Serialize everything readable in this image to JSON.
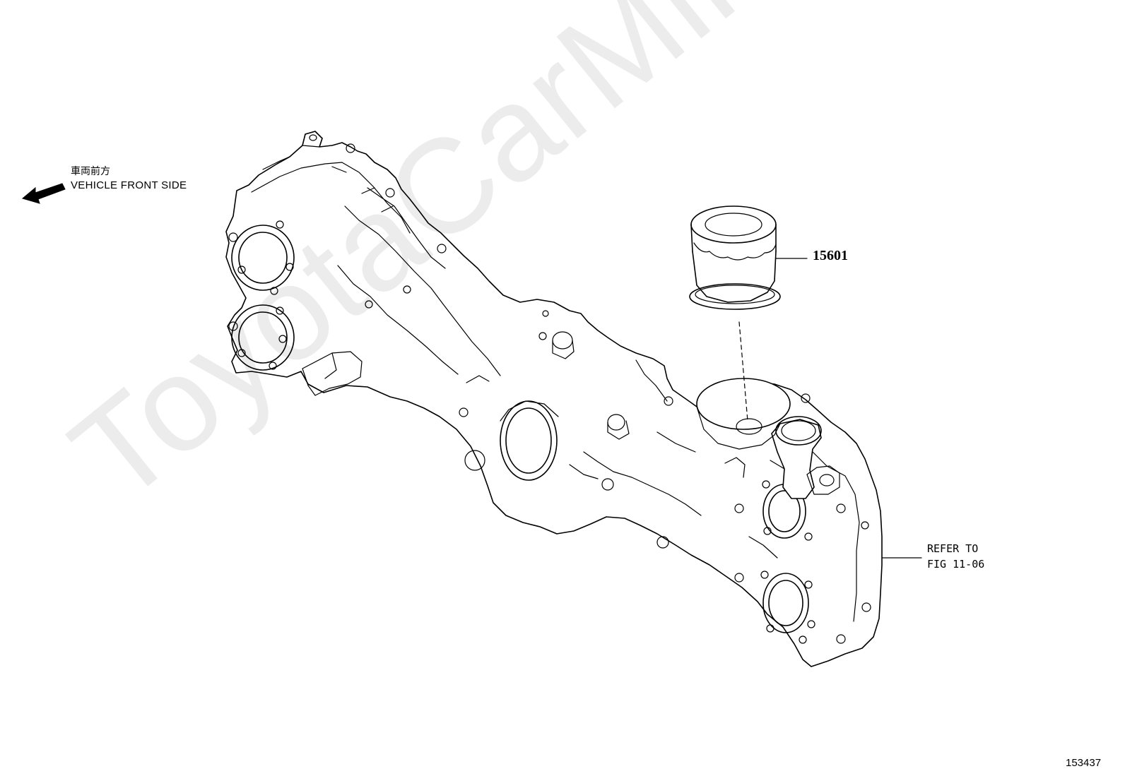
{
  "watermark": "ToyotaCarMine.ru",
  "direction": {
    "label_jp": "車両前方",
    "label_en": "VEHICLE FRONT SIDE",
    "icon": "arrow-left-icon"
  },
  "parts": [
    {
      "number": "15601",
      "icon": "oil-filter-icon"
    }
  ],
  "reference": {
    "line1": "REFER TO",
    "line2": "FIG 11-06"
  },
  "figure_number": "153437",
  "colors": {
    "line": "#000000",
    "watermark": "#ececec",
    "background": "#ffffff"
  }
}
